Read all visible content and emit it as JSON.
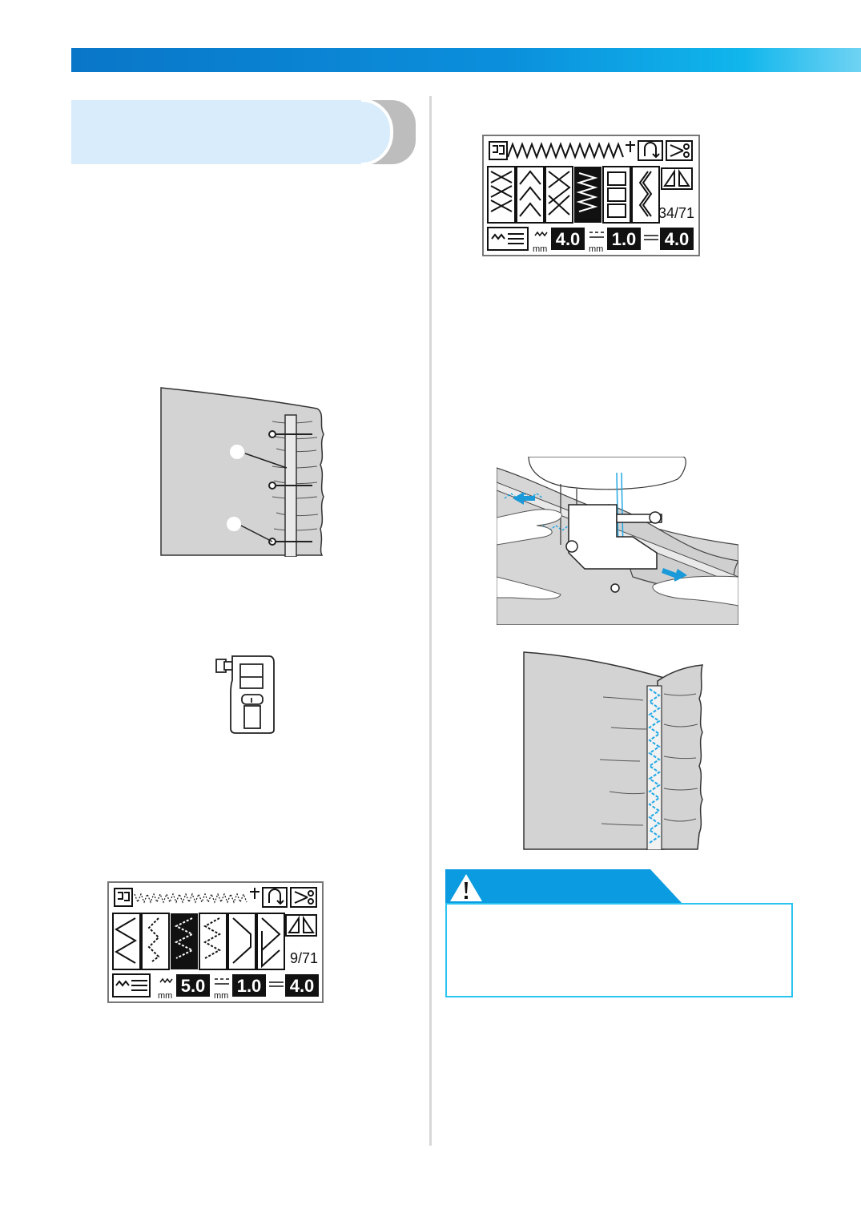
{
  "lcd_screens": [
    {
      "id": "pattern-34",
      "pattern_counter": "34/71",
      "width_value": "4.0",
      "length_value": "1.0",
      "tension_value": "4.0",
      "unit": "mm"
    },
    {
      "id": "pattern-9",
      "pattern_counter": "9/71",
      "width_value": "5.0",
      "length_value": "1.0",
      "tension_value": "4.0",
      "unit": "mm"
    }
  ],
  "caution": {
    "icon": "warning-triangle-icon",
    "accent_color": "#0a9be0",
    "border_color": "#29c4ef"
  },
  "colors": {
    "header_bar": "#0b8fdc",
    "section_tab": "#d8ecfb",
    "stitch_blue": "#22a8e6"
  }
}
